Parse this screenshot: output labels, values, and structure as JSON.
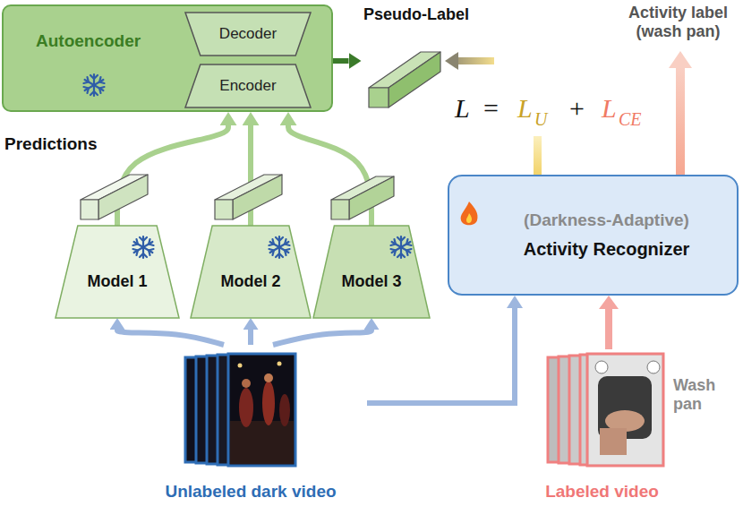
{
  "diagram": {
    "nodes": [
      {
        "text": [
          "Autoencoder"
        ]
      },
      {
        "text": [
          "Decoder"
        ],
        "in": 0
      },
      {
        "text": [
          "Encoder"
        ],
        "in": 0
      },
      {
        "text": [
          "Pseudo-Label"
        ]
      },
      {
        "text": [
          "Model 1"
        ]
      },
      {
        "text": [
          "Model 2"
        ]
      },
      {
        "text": [
          "Model 3"
        ]
      },
      {
        "text": [
          "(Darkness-Adaptive)",
          "Activity Recognizer"
        ]
      },
      {
        "text": [
          "Unlabeled dark video"
        ]
      },
      {
        "text": [
          "Labeled video"
        ]
      }
    ],
    "edges": [
      {
        "from": 0,
        "to": 3,
        "arrow": "to"
      },
      {
        "from": 4,
        "to": 0,
        "arrow": "to"
      },
      {
        "from": 5,
        "to": 0,
        "arrow": "to"
      },
      {
        "from": 6,
        "to": 0,
        "arrow": "to"
      },
      {
        "from": 8,
        "to": 4,
        "arrow": "to"
      },
      {
        "from": 8,
        "to": 5,
        "arrow": "to"
      },
      {
        "from": 8,
        "to": 6,
        "arrow": "to"
      },
      {
        "from": 8,
        "to": 7,
        "arrow": "to"
      },
      {
        "from": 9,
        "to": 7,
        "arrow": "to"
      }
    ],
    "labels": [
      "Predictions",
      "L",
      "=",
      "L",
      "U",
      "+",
      "L",
      "CE",
      "Activity label (wash pan)",
      "Wash pan"
    ]
  }
}
